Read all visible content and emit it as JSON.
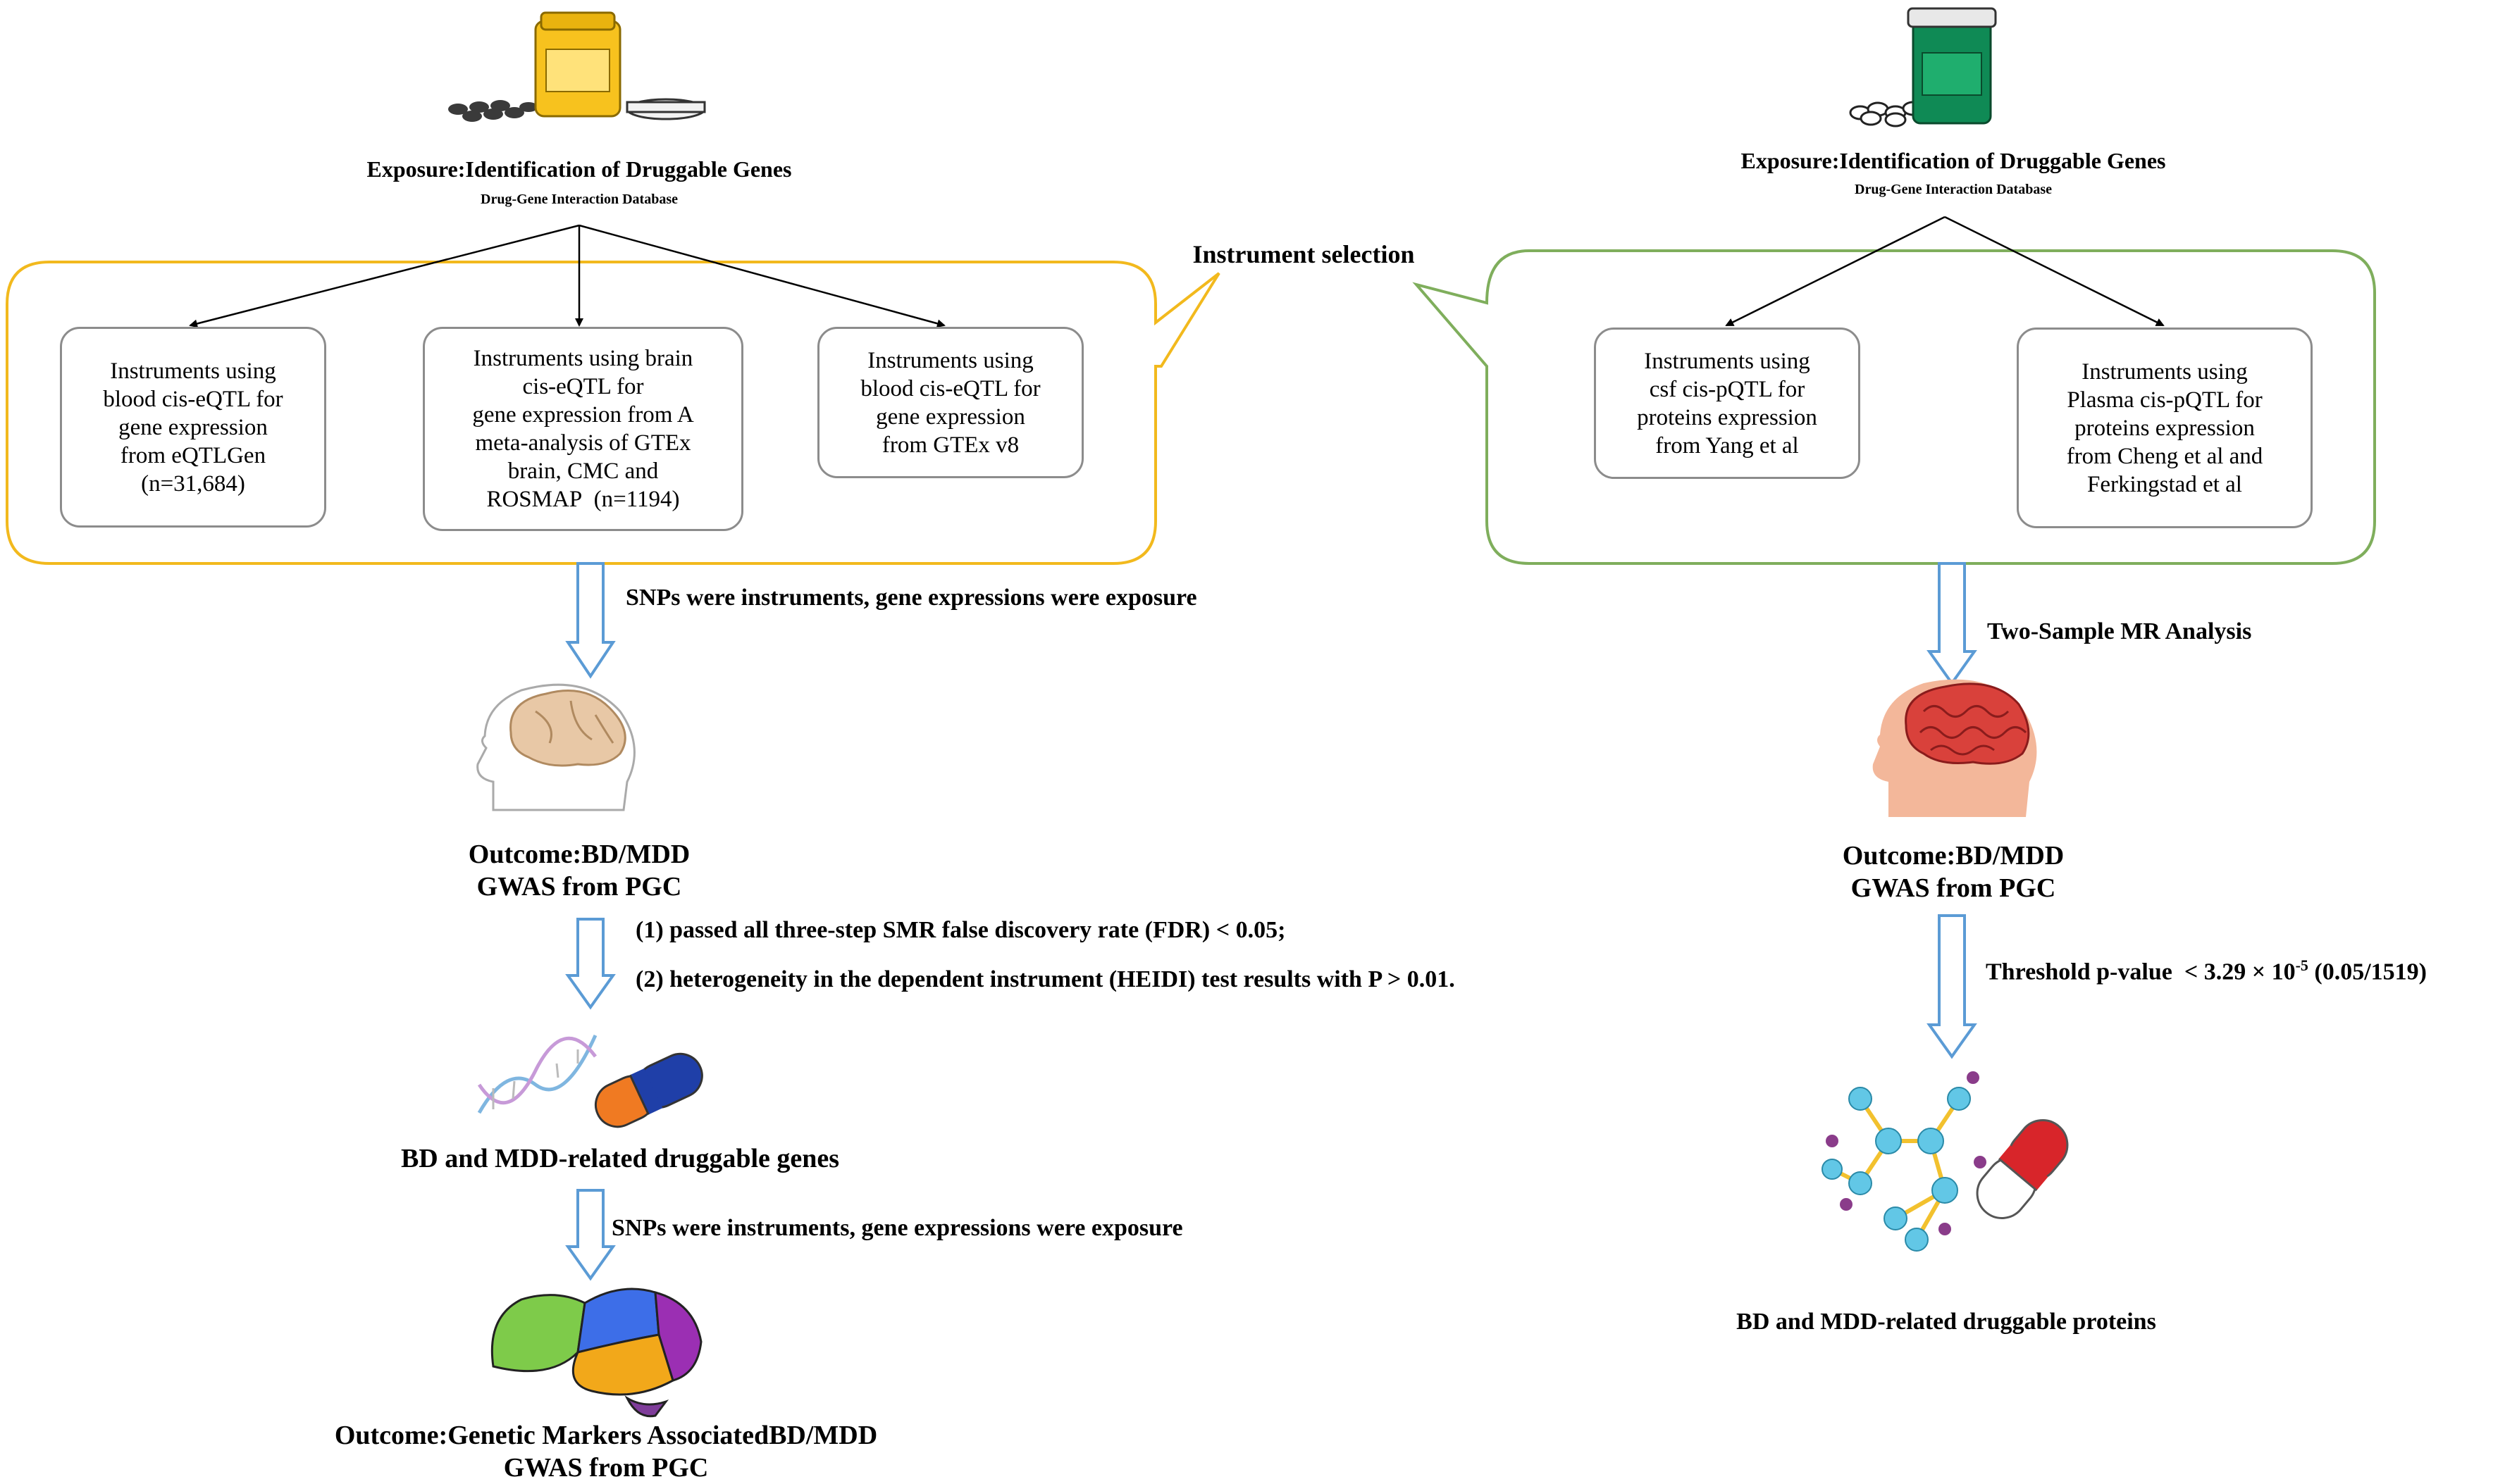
{
  "left": {
    "exposure_title": "Exposure:Identification of Druggable Genes",
    "exposure_sub": "Drug-Gene Interaction Database",
    "instruments": [
      {
        "lines": [
          "Instruments using",
          "blood cis-eQTL for",
          "gene expression",
          "from eQTLGen",
          "(n=31,684)"
        ]
      },
      {
        "lines": [
          "Instruments using  brain",
          "cis-eQTL for",
          "gene expression from  A",
          "meta-analysis of GTEx",
          "brain, CMC and",
          "ROSMAP  (n=1194)"
        ]
      },
      {
        "lines": [
          "Instruments using",
          "blood cis-eQTL for",
          "gene expression",
          "from GTEx v8"
        ]
      }
    ],
    "step1_label": "SNPs were instruments, gene expressions were exposure",
    "outcome1": [
      "Outcome:BD/MDD",
      "GWAS from PGC"
    ],
    "criteria": [
      "(1) passed all three-step SMR false discovery rate (FDR) < 0.05;",
      "(2) heterogeneity in the dependent instrument (HEIDI) test results with P > 0.01."
    ],
    "result_label": "BD and MDD-related druggable genes",
    "step2_label": "SNPs were instruments, gene expressions were exposure",
    "outcome2": [
      "Outcome:Genetic Markers AssociatedBD/MDD",
      "GWAS from PGC"
    ]
  },
  "center": {
    "instrument_selection": "Instrument selection"
  },
  "right": {
    "exposure_title": "Exposure:Identification of Druggable Genes",
    "exposure_sub": "Drug-Gene Interaction Database",
    "instruments": [
      {
        "lines": [
          "Instruments using",
          "csf cis-pQTL for",
          "proteins expression",
          "from Yang et al"
        ]
      },
      {
        "lines": [
          "Instruments using",
          "Plasma cis-pQTL for",
          "proteins expression",
          "from Cheng et al and",
          "Ferkingstad et al"
        ]
      }
    ],
    "step1_label": "Two-Sample MR Analysis",
    "outcome1": [
      "Outcome:BD/MDD",
      "GWAS from PGC"
    ],
    "threshold_prefix": "Threshold p-value  < 3.29 × 10",
    "threshold_exp": "-5",
    "threshold_suffix": " (0.05/1519)",
    "result_label": "BD and MDD-related druggable proteins"
  },
  "colors": {
    "left_bubble": "#f2b91d",
    "right_bubble": "#7fae5c",
    "hollow_arrow": "#5b9bd5",
    "box_border": "#8c8c8c"
  },
  "icons": [
    "pill-bottle-yellow-icon",
    "pill-bottle-green-icon",
    "head-brain-icon",
    "head-brain-red-icon",
    "dna-icon",
    "capsule-icon",
    "brain-lobes-icon",
    "molecule-icon",
    "capsule-red-icon"
  ]
}
